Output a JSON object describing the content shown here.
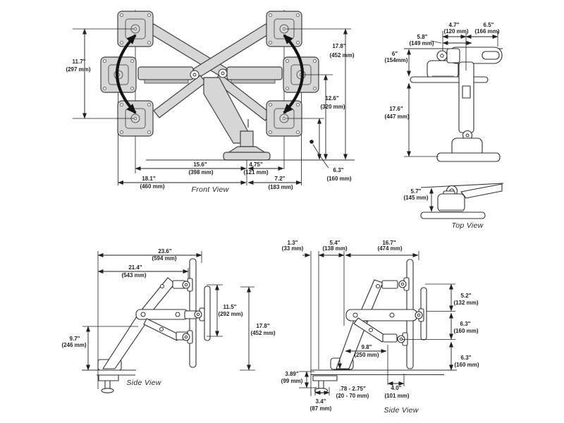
{
  "page": {
    "background": "#ffffff",
    "ink": "#231f20",
    "fill_gray": "#d6d6d6"
  },
  "front_view": {
    "caption": "Front View",
    "dims": {
      "vesa_vertical_spacing": {
        "in": "11.7\"",
        "mm": "(297 mm)"
      },
      "lift_max": {
        "in": "17.8\"",
        "mm": "(452 mm)"
      },
      "lift_mid": {
        "in": "12.6\"",
        "mm": "(320 mm)"
      },
      "lift_min": {
        "in": "6.3\"",
        "mm": "(160 mm)"
      },
      "reach_left": {
        "in": "15.6\"",
        "mm": "(398 mm)"
      },
      "reach_right_inner": {
        "in": "4.75\"",
        "mm": "(121 mm)"
      },
      "span_left": {
        "in": "18.1\"",
        "mm": "(460 mm)"
      },
      "span_right": {
        "in": "7.2\"",
        "mm": "(183 mm)"
      }
    }
  },
  "top_view": {
    "caption": "Top View",
    "dims": {
      "pivot_inset": {
        "in": "5.8\"",
        "mm": "(149 mm)"
      },
      "front_width": {
        "in": "4.7\"",
        "mm": "(120 mm)"
      },
      "rear_width": {
        "in": "6.5\"",
        "mm": "(166 mm)"
      },
      "clamp_depth": {
        "in": "6\"",
        "mm": "(154mm)"
      },
      "arm_reach": {
        "in": "17.6\"",
        "mm": "(447 mm)"
      },
      "base_depth": {
        "in": "5.7\"",
        "mm": "(145 mm)"
      }
    }
  },
  "side_view_left": {
    "caption": "Side View",
    "dims": {
      "total_depth": {
        "in": "23.6\"",
        "mm": "(594 mm)"
      },
      "vesa_depth": {
        "in": "21.4\"",
        "mm": "(543 mm)"
      },
      "vesa_travel": {
        "in": "11.5\"",
        "mm": "(292 mm)"
      },
      "height_range": {
        "in": "17.8\"",
        "mm": "(452 mm)"
      },
      "folded_height": {
        "in": "9.7\"",
        "mm": "(246 mm)"
      }
    }
  },
  "side_view_right": {
    "caption": "Side View",
    "dims": {
      "rear_clearance": {
        "in": "1.3\"",
        "mm": "(33 mm)"
      },
      "clamp_to_riser": {
        "in": "5.4\"",
        "mm": "(138 mm)"
      },
      "extension": {
        "in": "16.7\"",
        "mm": "(474 mm)"
      },
      "drop_top": {
        "in": "5.2\"",
        "mm": "(132 mm)"
      },
      "drop_mid": {
        "in": "6.3\"",
        "mm": "(160 mm)"
      },
      "drop_bottom": {
        "in": "6.3\"",
        "mm": "(160 mm)"
      },
      "folded_reach": {
        "in": "9.8\"",
        "mm": "(250 mm)"
      },
      "clamp_height": {
        "in": "3.89\"",
        "mm": "(99 mm)"
      },
      "clamp_width": {
        "in": "3.4\"",
        "mm": "(87 mm)"
      },
      "desk_thickness": {
        "in": ".78 - 2.75\"",
        "mm": "(20 - 70 mm)"
      },
      "base_offset": {
        "in": "4.0\"",
        "mm": "(101 mm)"
      }
    }
  }
}
